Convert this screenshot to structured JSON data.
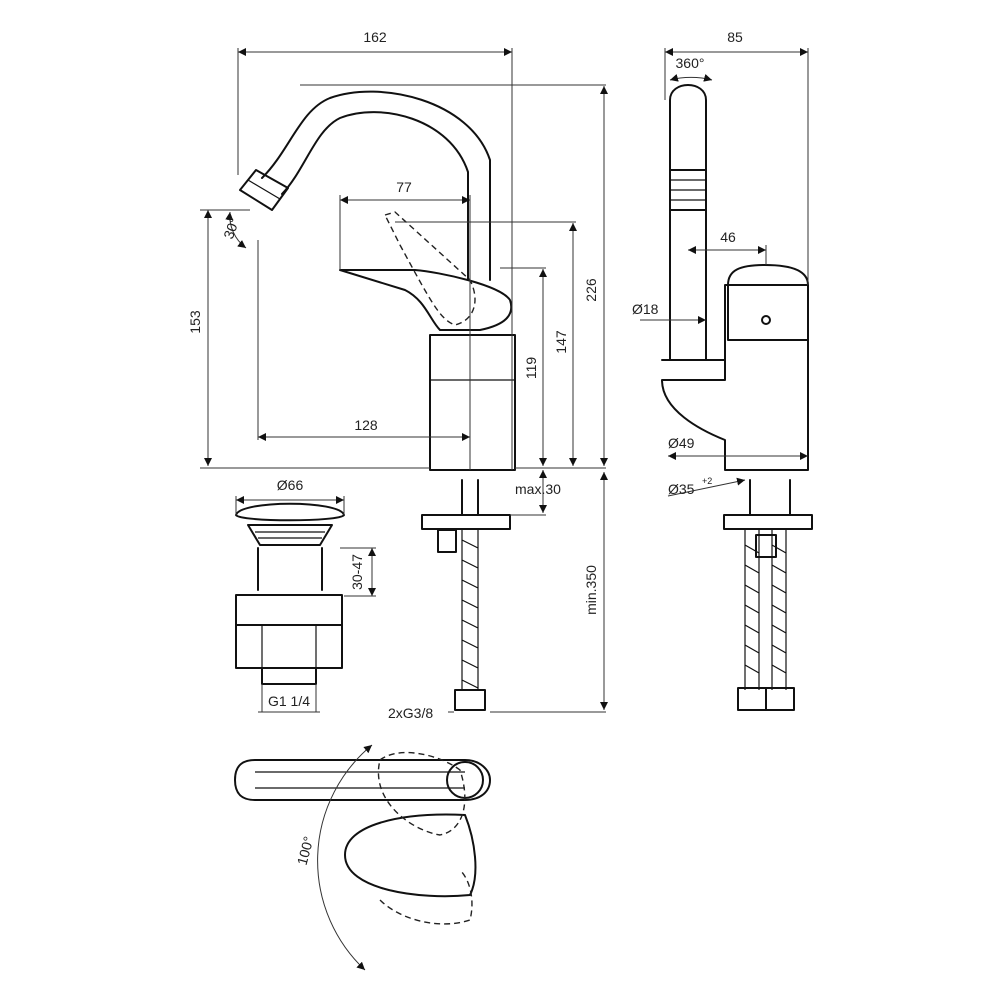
{
  "drawing": {
    "front_view": {
      "width_total": "162",
      "spout_to_lever": "77",
      "spout_reach": "128",
      "height_spout": "153",
      "height_lever": "147",
      "height_body": "119",
      "height_total": "226",
      "deck_thickness": "max.30",
      "hose_length": "min.350",
      "hose_connection": "2xG3/8",
      "spout_angle": "30°"
    },
    "side_view": {
      "depth_total": "85",
      "swivel": "360°",
      "lever_offset": "46",
      "spout_dia": "Ø18",
      "body_dia": "Ø49",
      "hole_dia": "Ø35",
      "hole_tol": "+2"
    },
    "waste": {
      "cap_dia": "Ø66",
      "range": "30-47",
      "thread": "G1 1/4"
    },
    "top_view": {
      "lever_rotation": "100°"
    }
  }
}
